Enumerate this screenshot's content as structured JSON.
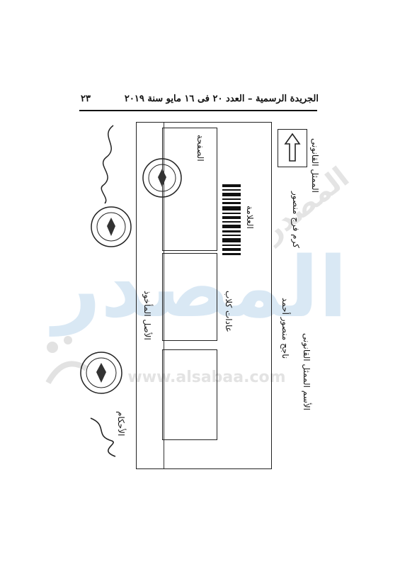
{
  "header": {
    "title": "الجريدة الرسمية – العدد ٢٠ فى ١٦ مايو سنة ٢٠١٩",
    "page_number": "٢٣"
  },
  "watermark": {
    "text": "المصدر",
    "site": "www.alsabaa.com",
    "diagonal": "المصدر"
  },
  "document": {
    "lines": [
      "الممثل القانونى",
      "الأسم الممثل القانونى",
      "كرم فرج منصور",
      "ناجح منصور أحمد",
      "العلامة",
      "عادات كلاب",
      "الصفحة",
      "الأصل المأخوذ",
      "الأحكام"
    ]
  },
  "colors": {
    "watermark": "#cfe2f2",
    "ink": "#1a1a1a",
    "rule": "#111111"
  }
}
